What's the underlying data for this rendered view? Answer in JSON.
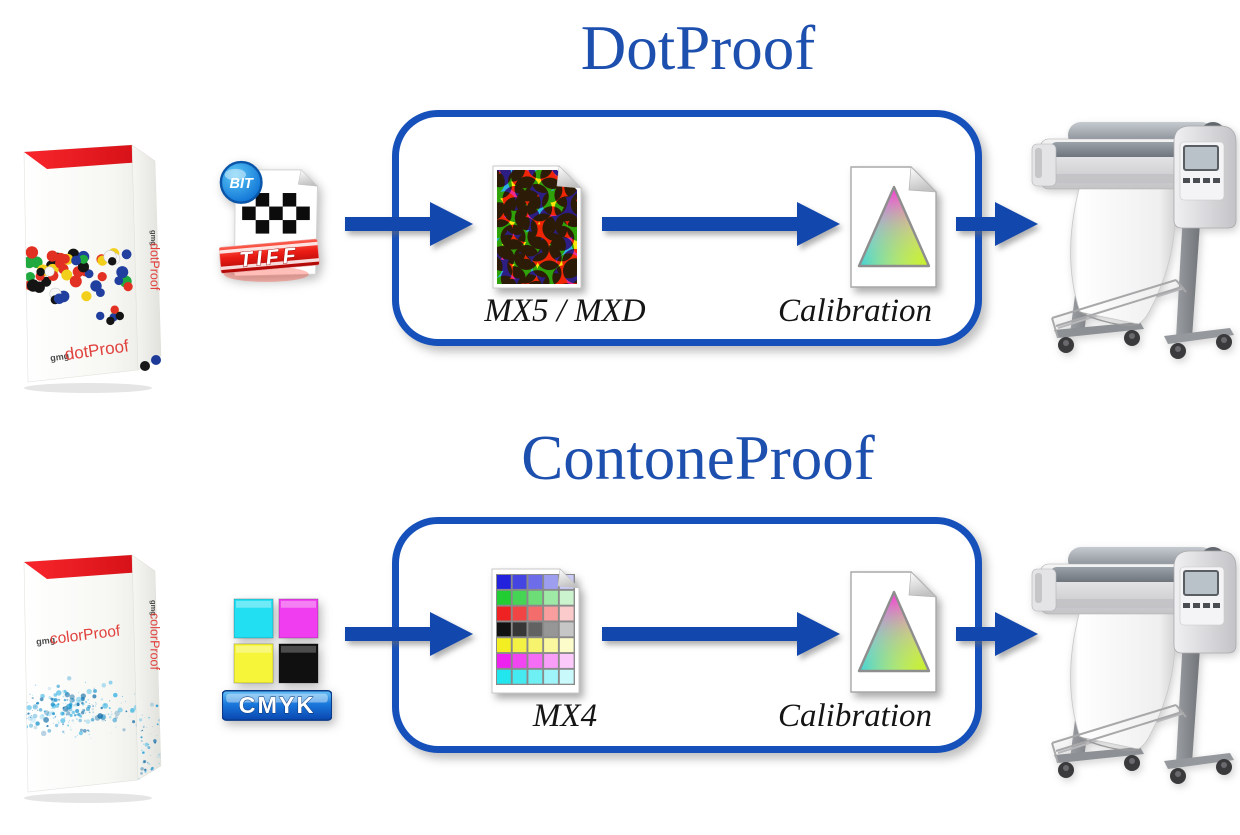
{
  "colors": {
    "title_blue": "#1d4fae",
    "arrow_blue": "#1247ad",
    "container_border_blue": "#1550bb",
    "label_color": "#151515",
    "box_top_red": "#f8262c",
    "brand_red": "#e0413d"
  },
  "rows": [
    {
      "title": "DotProof",
      "product_box": {
        "brand_prefix": "gmg",
        "brand_name": "dotProof"
      },
      "input_file": {
        "badge": "BIT",
        "format_label": "TIFF"
      },
      "stage1_label": "MX5 / MXD",
      "stage2_label": "Calibration",
      "output_device": "large-format-printer"
    },
    {
      "title": "ContoneProof",
      "product_box": {
        "brand_prefix": "gmg",
        "brand_name": "colorProof"
      },
      "input_file": {
        "format_label": "CMYK"
      },
      "stage1_label": "MX4",
      "stage2_label": "Calibration",
      "output_device": "large-format-printer"
    }
  ],
  "icons": {
    "mx5_dot_colors": [
      "#2fb3e6",
      "#ee2a90",
      "#ffe60a"
    ],
    "mx4_row_colors": [
      "#2222dd",
      "#22cc33",
      "#ee2222",
      "#111111",
      "#f2ee22",
      "#ee22ee",
      "#22e6ee"
    ],
    "mx4_tints": [
      0,
      0.16,
      0.34,
      0.56,
      0.76
    ],
    "calibration_corner_colors": [
      "#ff28d0",
      "#18c8ff",
      "#c8f018"
    ],
    "cmyk_square_colors": [
      "#22dff2",
      "#ef3def",
      "#f6f53a",
      "#101010"
    ],
    "box_dot_colors": [
      "#141414",
      "#1fa93f",
      "#f2cf1a",
      "#e23022",
      "#203f9e",
      "#f6f6f6"
    ],
    "splatter_colors": [
      "#1590cc",
      "#38b4e4",
      "#0a68a4"
    ]
  }
}
